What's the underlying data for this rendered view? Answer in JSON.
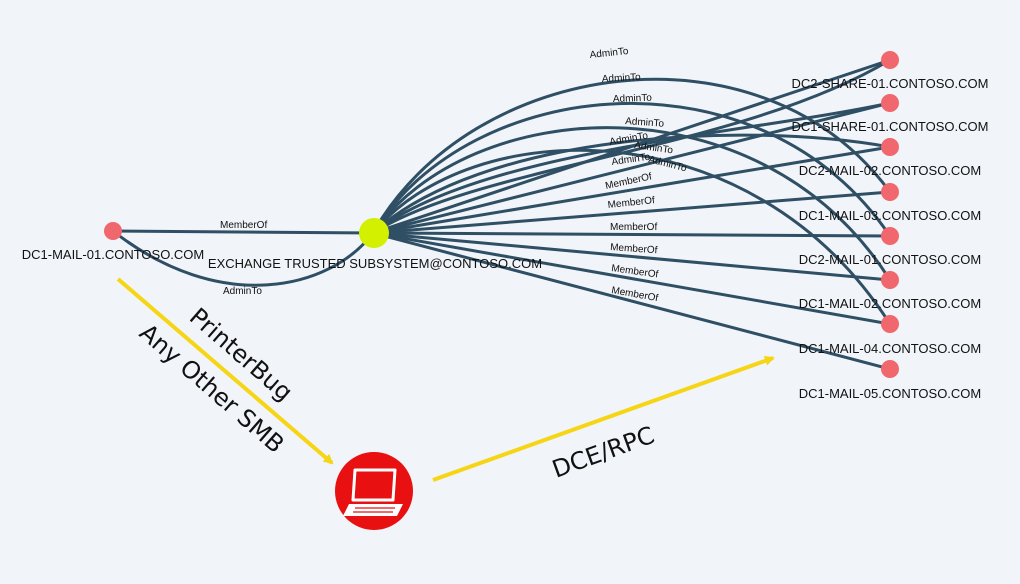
{
  "nodes": {
    "source": "DC1-MAIL-01.CONTOSO.COM",
    "group": "EXCHANGE TRUSTED SUBSYSTEM@CONTOSO.COM",
    "targets": [
      "DC2-SHARE-01.CONTOSO.COM",
      "DC1-SHARE-01.CONTOSO.COM",
      "DC2-MAIL-02.CONTOSO.COM",
      "DC1-MAIL-03.CONTOSO.COM",
      "DC2-MAIL-01.CONTOSO.COM",
      "DC1-MAIL-02.CONTOSO.COM",
      "DC1-MAIL-04.CONTOSO.COM",
      "DC1-MAIL-05.CONTOSO.COM"
    ]
  },
  "edge_labels": {
    "member_of": "MemberOf",
    "admin_to": "AdminTo"
  },
  "attack_labels": {
    "printerbug": "PrinterBug",
    "any_other_smb": "Any Other SMB",
    "dce_rpc": "DCE/RPC"
  },
  "attacker_icon": "laptop-icon",
  "colors": {
    "edge": "#2f4f64",
    "computer_node": "#f0686d",
    "group_node": "#d3f000",
    "attack_arrow": "#f5d514",
    "attacker": "#e81010"
  }
}
